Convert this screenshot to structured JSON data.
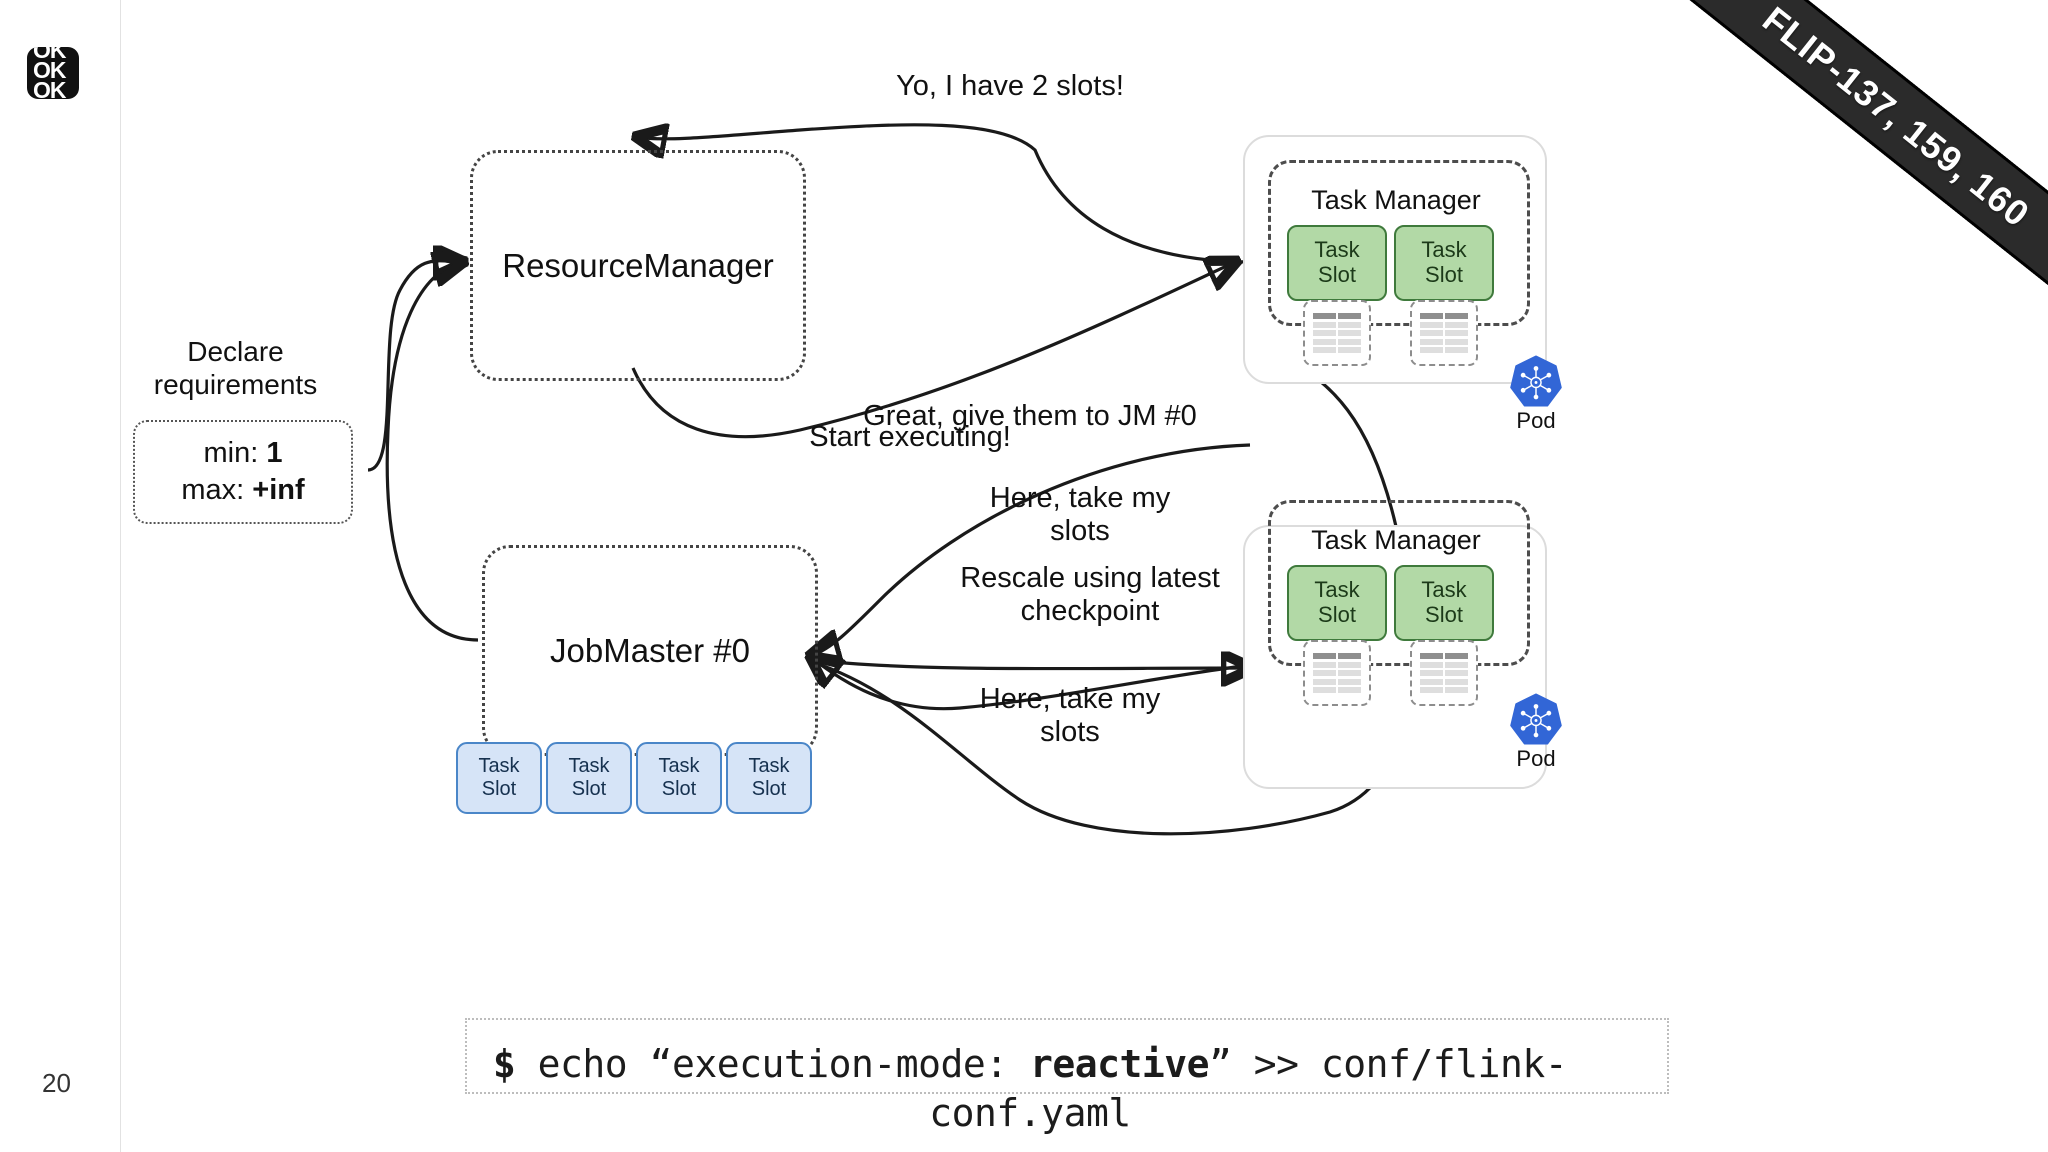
{
  "slide": {
    "number": "20",
    "logo_text": "OK",
    "ribbon": "FLIP-137, 159, 160"
  },
  "declare": {
    "label": "Declare\nrequirements",
    "label_line1": "Declare",
    "label_line2": "requirements",
    "min_key": "min: ",
    "min_value": "1",
    "max_key": "max: ",
    "max_value": "+inf"
  },
  "nodes": {
    "resource_manager": "ResourceManager",
    "job_master": "JobMaster #0"
  },
  "task_managers": [
    {
      "title": "Task Manager",
      "slots": [
        "Task\nSlot",
        "Task\nSlot"
      ],
      "slot_label_line1": "Task",
      "slot_label_line2": "Slot",
      "pod_label": "Pod"
    },
    {
      "title": "Task Manager",
      "slots": [
        "Task\nSlot",
        "Task\nSlot"
      ],
      "slot_label_line1": "Task",
      "slot_label_line2": "Slot",
      "pod_label": "Pod"
    }
  ],
  "jobmaster_slots": [
    {
      "line1": "Task",
      "line2": "Slot"
    },
    {
      "line1": "Task",
      "line2": "Slot"
    },
    {
      "line1": "Task",
      "line2": "Slot"
    },
    {
      "line1": "Task",
      "line2": "Slot"
    }
  ],
  "annotations": {
    "yo_slots": "Yo, I have 2 slots!",
    "give_them": "Great, give them to JM #0",
    "start_executing": "Start executing!",
    "here_take_my_slots_1_l1": "Here, take my",
    "here_take_my_slots_1_l2": "slots",
    "rescale_l1": "Rescale using latest",
    "rescale_l2": "checkpoint",
    "here_take_my_slots_2_l1": "Here, take my",
    "here_take_my_slots_2_l2": "slots"
  },
  "command": {
    "prompt": "$",
    "part1": " echo “execution-mode: ",
    "highlight": "reactive",
    "part2": "” >> conf/flink-",
    "line2": "conf.yaml"
  },
  "colors": {
    "green_fill": "#b2d9a6",
    "green_border": "#3f7a3c",
    "blue_fill": "#d6e4f7",
    "blue_border": "#4a86c8",
    "k8s_blue": "#3266d6",
    "ribbon_bg": "#2b2b2b",
    "stroke": "#1a1a1a"
  }
}
